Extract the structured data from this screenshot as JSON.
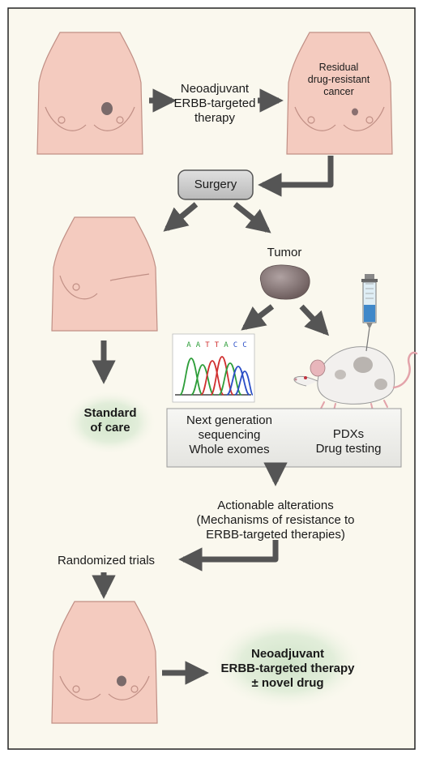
{
  "steps": {
    "neoadjuvant_therapy": "Neoadjuvant\nERBB-targeted\ntherapy",
    "residual_cancer": "Residual\ndrug-resistant\ncancer",
    "surgery": "Surgery",
    "tumor": "Tumor",
    "standard_of_care": "Standard\nof care",
    "sequencing": "Next generation\nsequencing\nWhole exomes",
    "pdx": "PDXs\nDrug testing",
    "actionable": "Actionable alterations\n(Mechanisms of resistance to\nERBB-targeted therapies)",
    "randomized": "Randomized trials",
    "outcome": "Neoadjuvant\nERBB-targeted therapy\n± novel drug"
  },
  "chromatogram": {
    "sequence": [
      "A",
      "A",
      "T",
      "T",
      "A",
      "C",
      "C"
    ],
    "base_colors": {
      "A": "#2e9e3a",
      "T": "#d03030",
      "C": "#2b4fc7"
    }
  },
  "colors": {
    "background": "#faf8ee",
    "skin": "#f4cbbf",
    "skin_outline": "#c08f85",
    "arrow": "#555555",
    "surgery_box": "#cfcfcf",
    "tumor": "#8a7a7a",
    "glow": "#cfe3c8"
  }
}
